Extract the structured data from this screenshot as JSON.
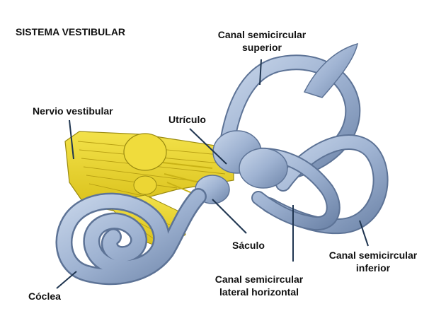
{
  "title": "SISTEMA VESTIBULAR",
  "labels": {
    "canal_superior": [
      "Canal semicircular",
      "superior"
    ],
    "nervio_vestibular": "Nervio vestibular",
    "utriculo": "Utrículo",
    "saculo": "Sáculo",
    "canal_lateral": [
      "Canal semicircular",
      "lateral horizontal"
    ],
    "canal_inferior": [
      "Canal semicircular",
      "inferior"
    ],
    "coclea": "Cóclea"
  },
  "colors": {
    "membrane": "#9fb3d2",
    "membrane_dark": "#5d7396",
    "membrane_light": "#c8d6ea",
    "nerve": "#e8d22a",
    "nerve_dark": "#9a8a10",
    "leader": "#1f3550"
  }
}
